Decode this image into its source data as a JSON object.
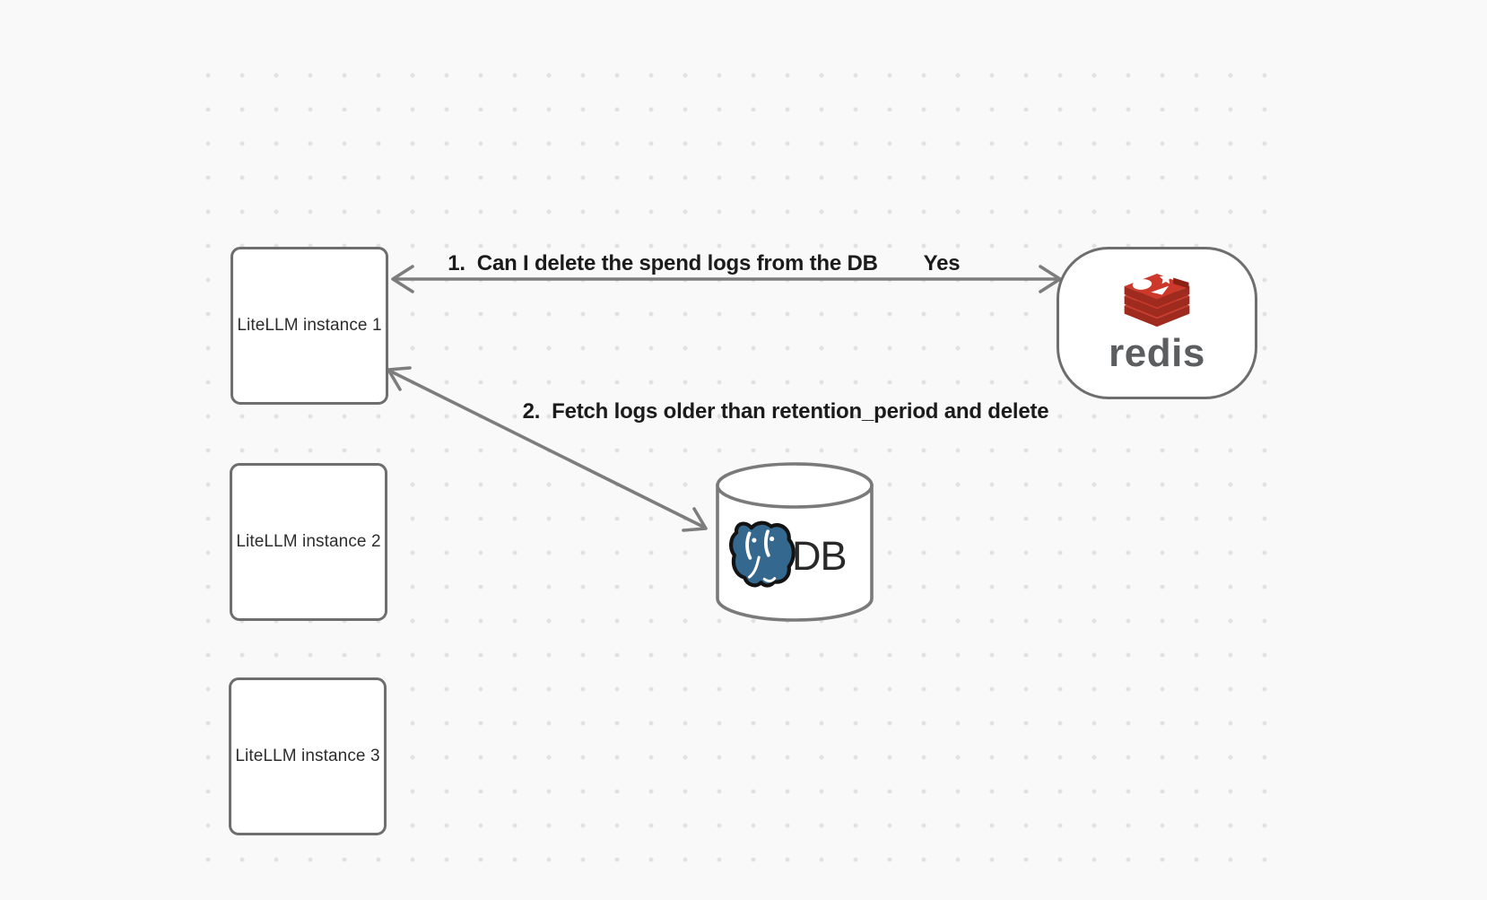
{
  "diagram": {
    "nodes": {
      "instance1": {
        "label": "LiteLLM instance 1"
      },
      "instance2": {
        "label": "LiteLLM instance 2"
      },
      "instance3": {
        "label": "LiteLLM instance 3"
      },
      "redis": {
        "label": "redis",
        "icon": "redis-stack-logo"
      },
      "db": {
        "label": "DB",
        "icon": "postgresql-elephant-logo"
      }
    },
    "edges": {
      "edge1": {
        "label": "1.  Can I delete the spend logs from the DB",
        "response": "Yes",
        "from": "redis",
        "to": "instance1"
      },
      "edge2": {
        "label": "2.  Fetch logs older than retention_period and delete",
        "from": "instance1",
        "to": "db"
      }
    },
    "colors": {
      "background": "#f9f9f9",
      "grid_dot": "#e2e2e2",
      "node_border": "#6e6e6e",
      "arrow": "#7d7d7d",
      "edge_label_text": "#1b1b1b",
      "node_text": "#2d2d2d",
      "redis_red": "#cc392b",
      "redis_red_dark": "#9f2b1f",
      "redis_notch_dark": "#8b2015",
      "redis_wordmark_gray": "#5c5d5f",
      "postgres_blue": "#35688f",
      "db_label_text": "#292929"
    }
  }
}
